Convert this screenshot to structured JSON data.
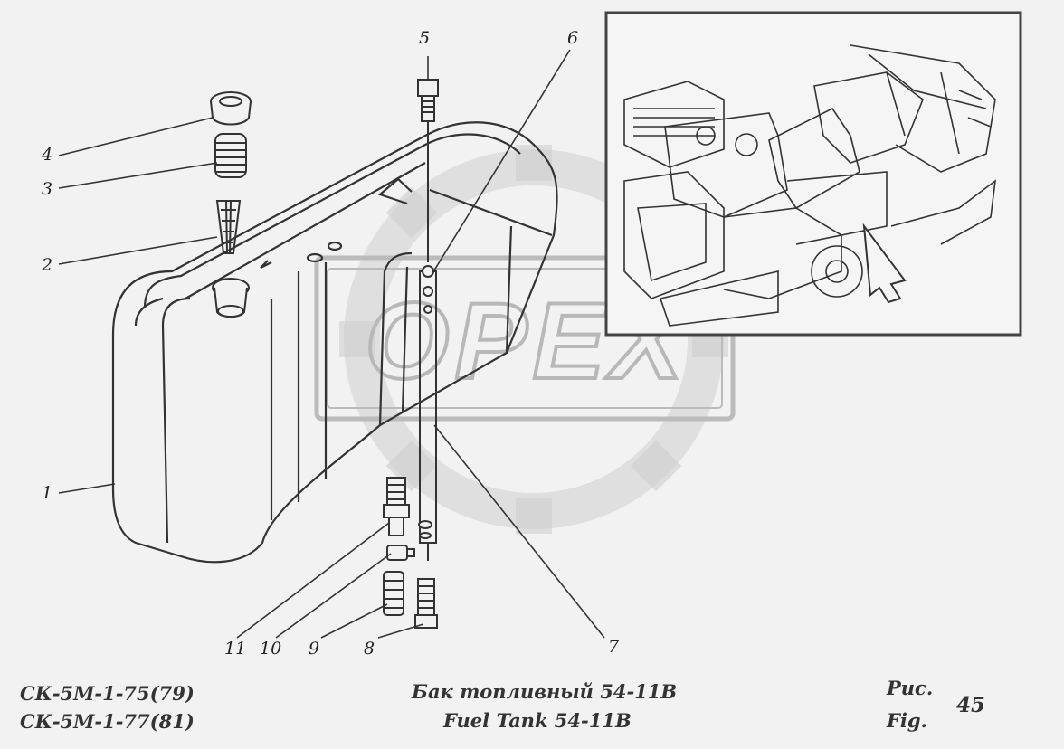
{
  "callouts": [
    {
      "id": "1",
      "label": "1"
    },
    {
      "id": "2",
      "label": "2"
    },
    {
      "id": "3",
      "label": "3"
    },
    {
      "id": "4",
      "label": "4"
    },
    {
      "id": "5",
      "label": "5"
    },
    {
      "id": "6",
      "label": "6"
    },
    {
      "id": "7",
      "label": "7"
    },
    {
      "id": "8",
      "label": "8"
    },
    {
      "id": "9",
      "label": "9"
    },
    {
      "id": "10",
      "label": "10"
    },
    {
      "id": "11",
      "label": "11"
    }
  ],
  "watermark": "OPEX",
  "footer": {
    "models": [
      "СК-5М-1-75(79)",
      "СК-5М-1-77(81)"
    ],
    "title_ru": "Бак топливный 54-11В",
    "title_en": "Fuel Tank  54-11В",
    "fig_ru": "Рис.",
    "fig_en": "Fig.",
    "fig_number": "45"
  },
  "colors": {
    "line": "#333333",
    "background": "#f2f2f2",
    "watermark": "#bcbcbc"
  }
}
